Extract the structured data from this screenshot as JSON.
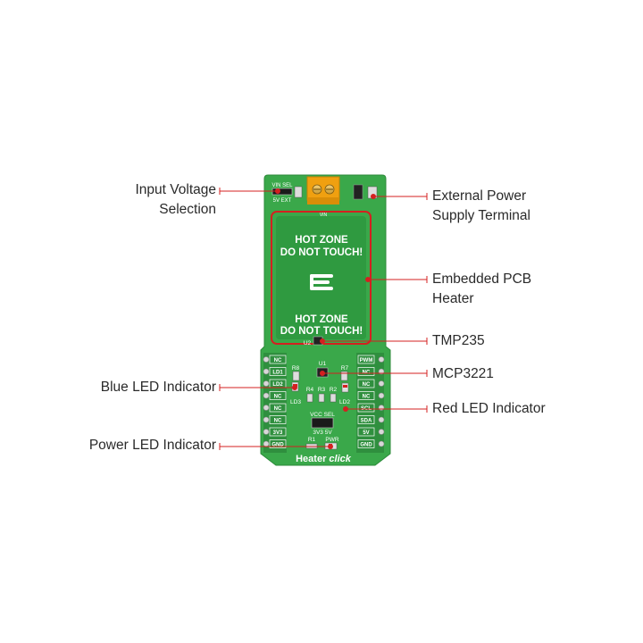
{
  "callouts": {
    "input_voltage": [
      "Input Voltage",
      "Selection"
    ],
    "external_power": [
      "External Power",
      "Supply Terminal"
    ],
    "pcb_heater": [
      "Embedded PCB",
      "Heater"
    ],
    "tmp235": "TMP235",
    "mcp3221": "MCP3221",
    "blue_led": "Blue LED Indicator",
    "red_led": "Red LED Indicator",
    "power_led": "Power LED Indicator"
  },
  "board": {
    "warning_top": [
      "HOT ZONE",
      "DO NOT TOUCH!"
    ],
    "warning_bottom": [
      "HOT ZONE",
      "DO NOT TOUCH!"
    ],
    "title": "Heater",
    "title_suffix": "click",
    "vin_sel": "VIN SEL",
    "vin_options": "5V EXT",
    "vcc_sel": "VCC SEL",
    "vcc_options": "3V3 5V",
    "u1": "U1",
    "u2": "U2",
    "r1": "R1",
    "r2": "R2",
    "r3": "R3",
    "r4": "R4",
    "r7": "R7",
    "r8": "R8",
    "ld2": "LD2",
    "ld3": "LD3",
    "pwr": "PWR",
    "terminal_label": "VIN",
    "left_pins": [
      "NC",
      "LD1",
      "LD2",
      "NC",
      "NC",
      "NC",
      "3V3",
      "GND"
    ],
    "right_pins": [
      "PWM",
      "NC",
      "NC",
      "NC",
      "SCL",
      "SDA",
      "5V",
      "GND"
    ]
  },
  "colors": {
    "pcb_green": "#3aa84a",
    "pcb_dark": "#2f8f3e",
    "accent_red": "#d42020",
    "terminal_orange": "#f0a010"
  }
}
